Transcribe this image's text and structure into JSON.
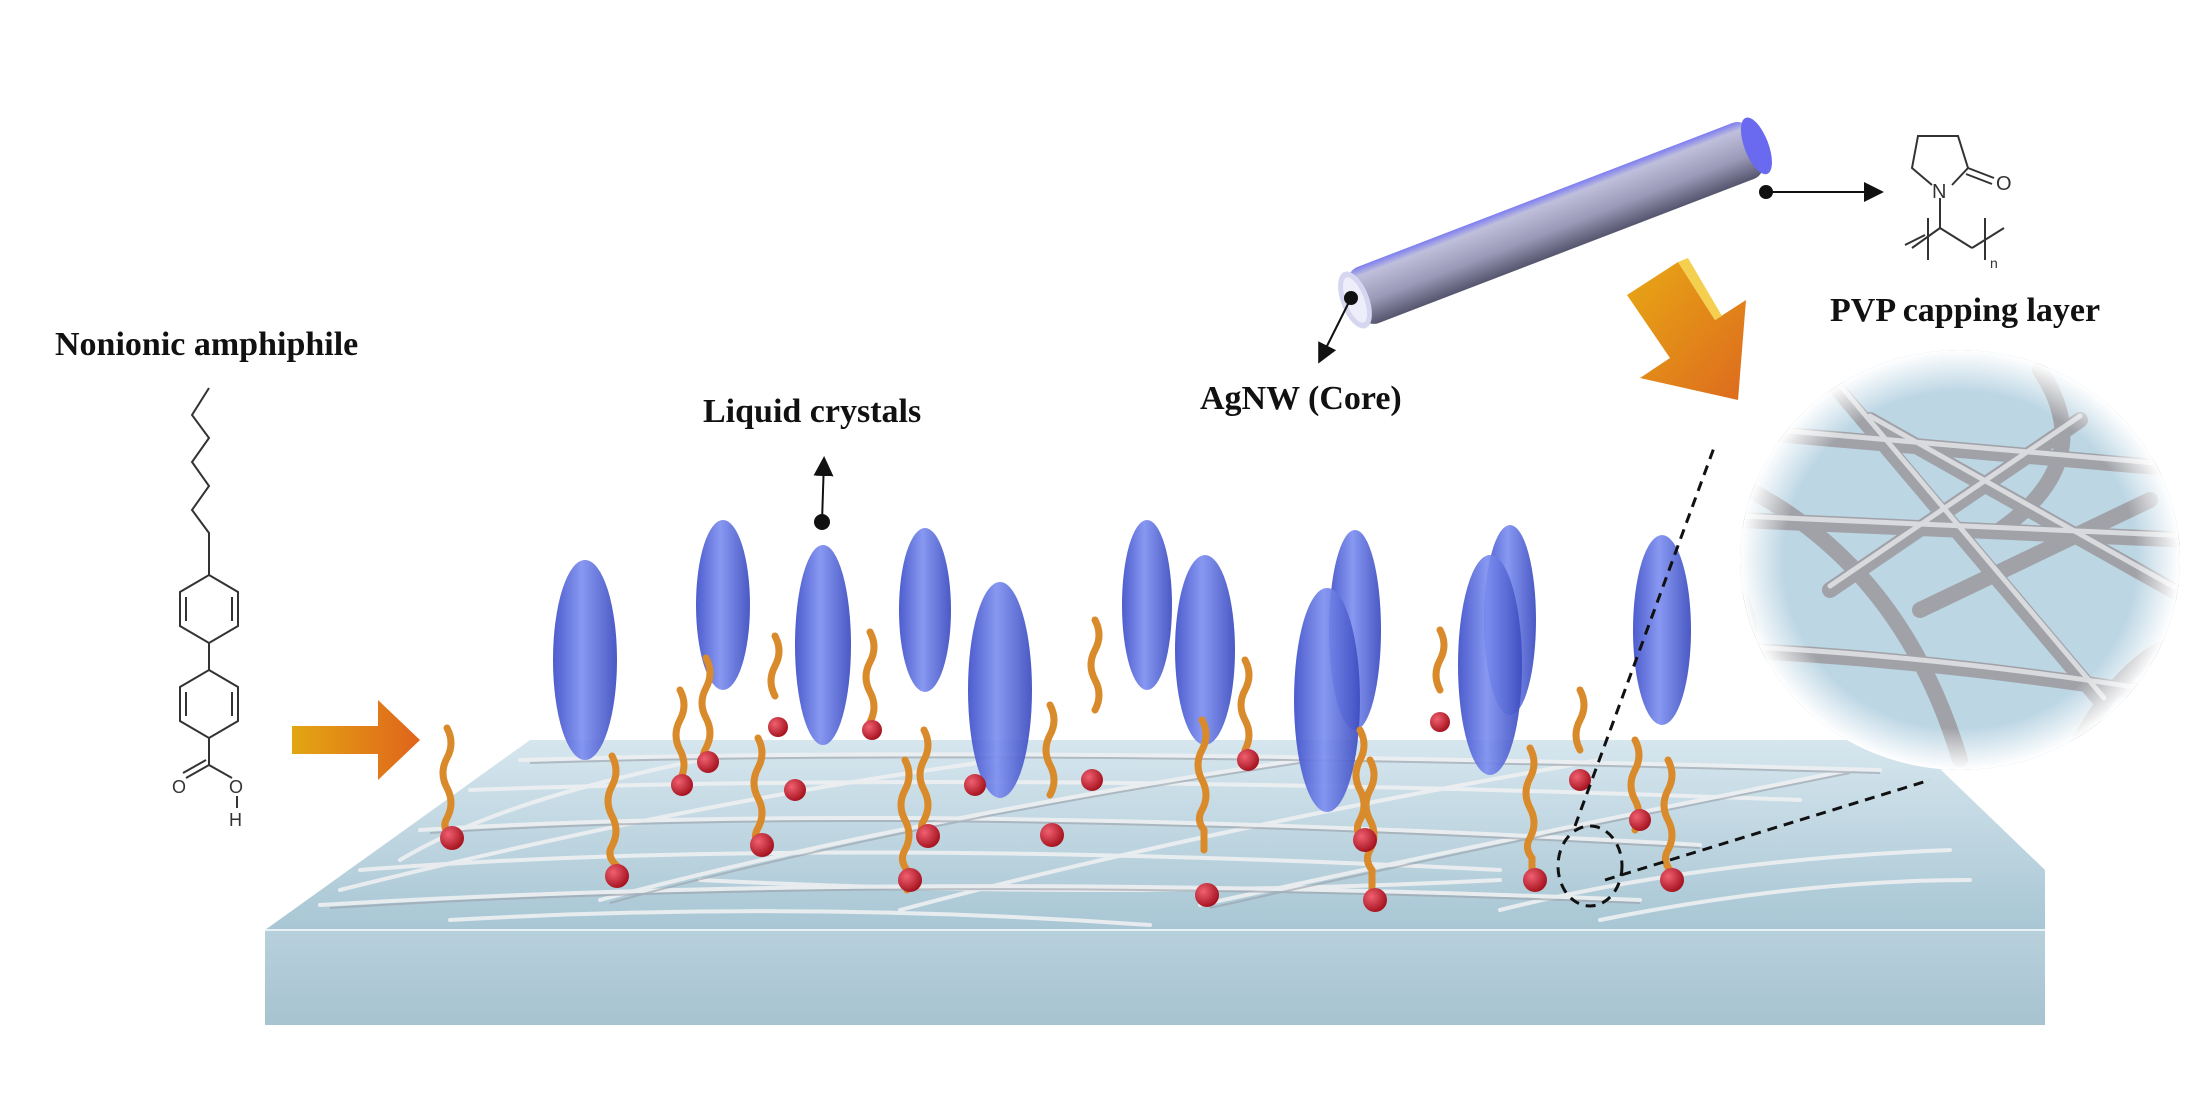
{
  "labels": {
    "nonionic_amphiphile": "Nonionic amphiphile",
    "liquid_crystals": "Liquid crystals",
    "agnw_core": "AgNW (Core)",
    "pvp_capping_layer": "PVP capping layer"
  },
  "pvp_structure": {
    "atom_n": "N",
    "atom_o": "O",
    "subscript": "n"
  },
  "amphiphile_structure": {
    "atom_o1": "O",
    "atom_o2": "O",
    "atom_h": "H"
  },
  "colors": {
    "liquid_crystal": "#5b6ee0",
    "amphiphile_tail": "#d98a2b",
    "amphiphile_head": "#cc2230",
    "substrate": "#b9d3df",
    "nanowire": "#c9c9cc",
    "arrow_start": "#e2a612",
    "arrow_end": "#e0641c",
    "pvp_shell": "#6f6ff0"
  }
}
